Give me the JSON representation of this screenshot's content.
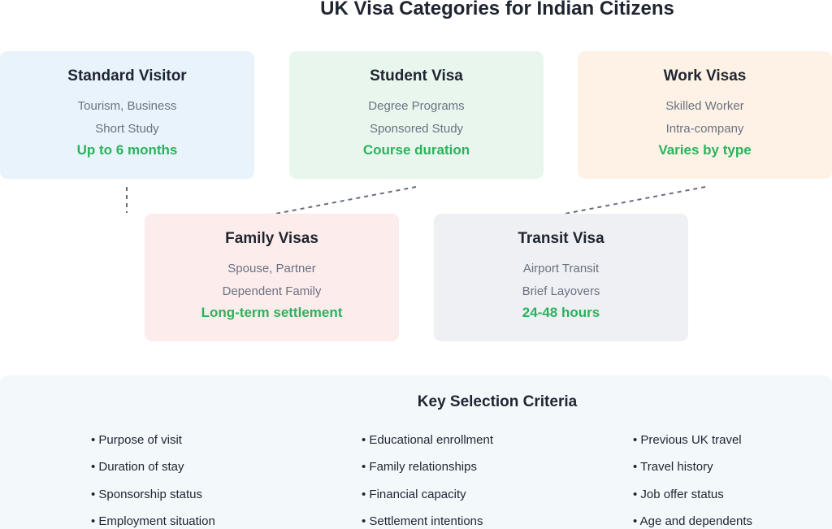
{
  "title": "UK Visa Categories for Indian Citizens",
  "colors": {
    "duration_green": "#2cb25c",
    "connector": "#666d80",
    "visitor_bg": "#e8f3fb",
    "student_bg": "#e9f6ee",
    "work_bg": "#fef2e6",
    "family_bg": "#fdecec",
    "transit_bg": "#eef0f3"
  },
  "visa_cards": [
    {
      "heading": "Standard Visitor",
      "line1": "Tourism, Business",
      "line2": "Short Study",
      "duration": "Up to 6 months"
    },
    {
      "heading": "Student Visa",
      "line1": "Degree Programs",
      "line2": "Sponsored Study",
      "duration": "Course duration"
    },
    {
      "heading": "Work Visas",
      "line1": "Skilled Worker",
      "line2": "Intra-company",
      "duration": "Varies by type"
    },
    {
      "heading": "Family Visas",
      "line1": "Spouse, Partner",
      "line2": "Dependent Family",
      "duration": "Long-term settlement"
    },
    {
      "heading": "Transit Visa",
      "line1": "Airport Transit",
      "line2": "Brief Layovers",
      "duration": "24-48 hours"
    }
  ],
  "criteria": {
    "title": "Key Selection Criteria",
    "columns": [
      [
        "• Purpose of visit",
        "• Duration of stay",
        "• Sponsorship status",
        "• Employment situation"
      ],
      [
        "• Educational enrollment",
        "• Family relationships",
        "• Financial capacity",
        "• Settlement intentions"
      ],
      [
        "• Previous UK travel",
        "• Travel history",
        "• Job offer status",
        "• Age and dependents"
      ]
    ]
  }
}
